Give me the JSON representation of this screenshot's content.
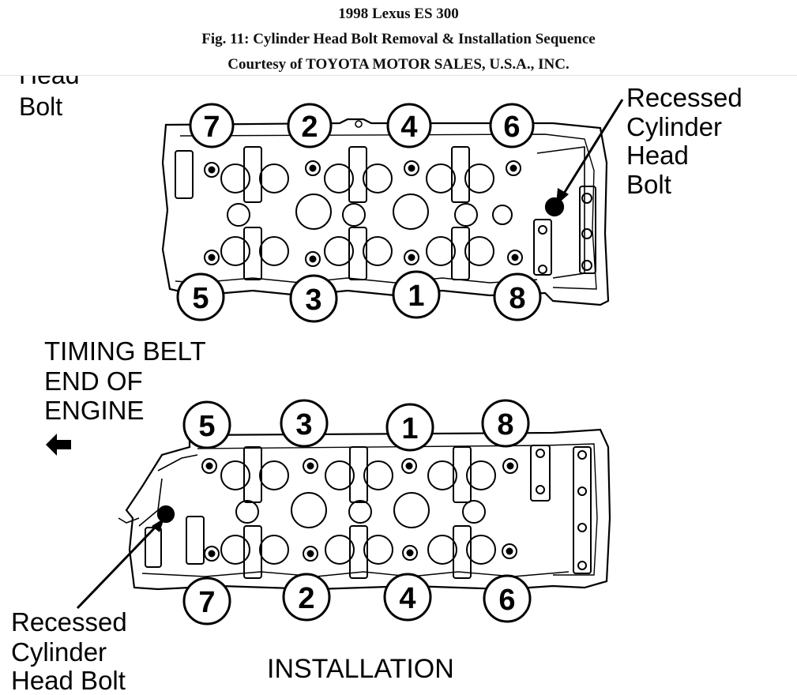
{
  "header": {
    "line1": "1998 Lexus ES 300",
    "line2": "Fig. 11: Cylinder Head Bolt Removal & Installation Sequence",
    "line3": "Courtesy of TOYOTA MOTOR SALES, U.S.A., INC."
  },
  "figure": {
    "top_partial_label": [
      "Head",
      "Bolt"
    ],
    "recessed_label_top": [
      "Recessed",
      "Cylinder",
      "Head",
      "Bolt"
    ],
    "timing_label": [
      "TIMING BELT",
      "END OF",
      "ENGINE"
    ],
    "recessed_label_bottom": [
      "Recessed",
      "Cylinder",
      "Head Bolt"
    ],
    "caption": "INSTALLATION",
    "top_head": {
      "top_row_numbers": [
        "7",
        "2",
        "4",
        "6"
      ],
      "bottom_row_numbers": [
        "5",
        "3",
        "1",
        "8"
      ]
    },
    "bottom_head": {
      "top_row_numbers": [
        "5",
        "3",
        "1",
        "8"
      ],
      "bottom_row_numbers": [
        "7",
        "2",
        "4",
        "6"
      ]
    },
    "arrow_icon": "left-arrow-icon"
  }
}
